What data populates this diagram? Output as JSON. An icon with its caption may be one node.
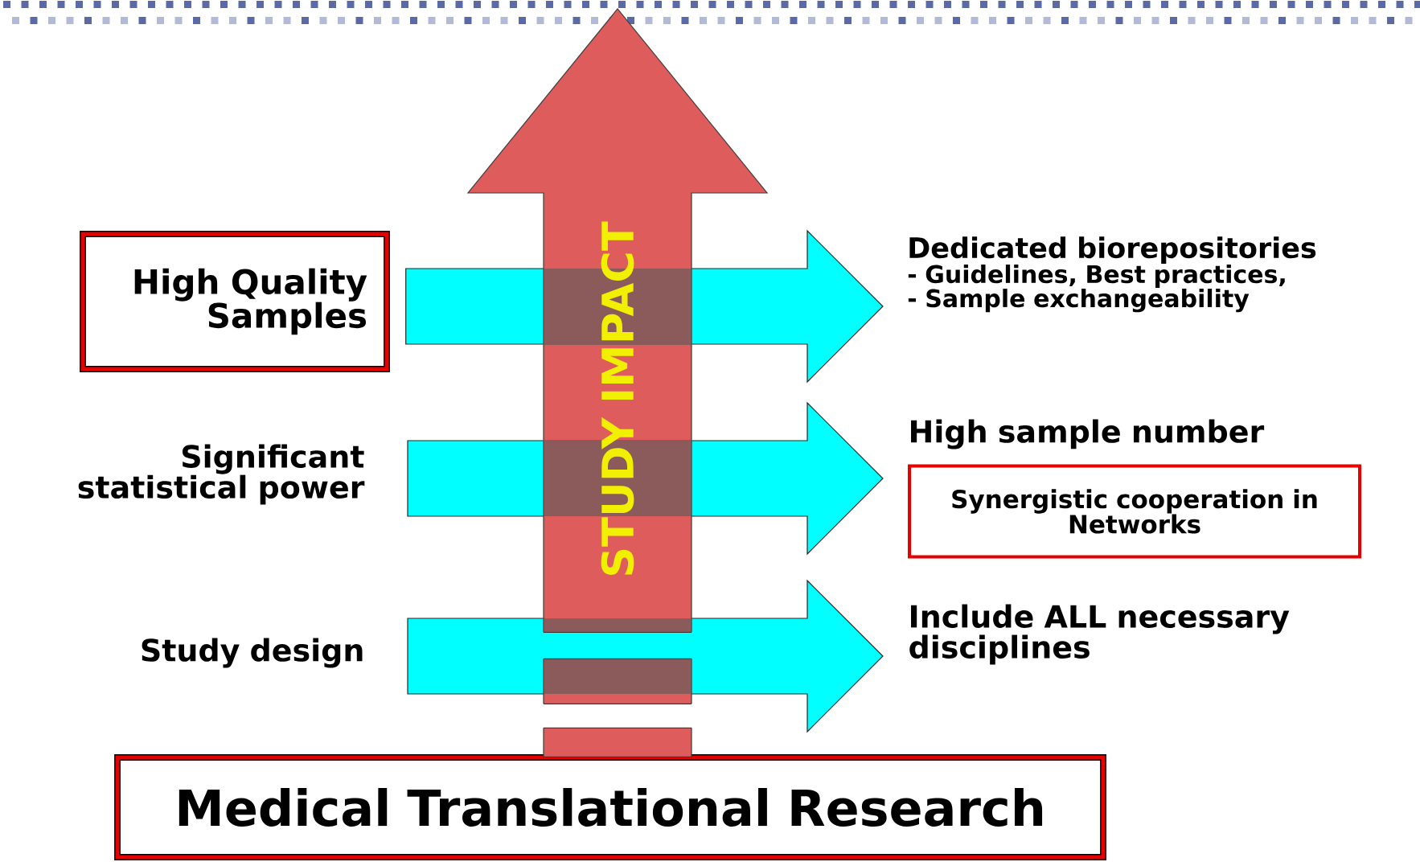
{
  "diagram": {
    "nodes": [
      {
        "text": [
          "High Quality Samples"
        ]
      },
      {
        "text": [
          "Significant statistical power"
        ]
      },
      {
        "text": [
          "Study design"
        ]
      },
      {
        "text": [
          "Dedicated biorepositories",
          "- Guidelines, Best practices,",
          "- Sample exchangeability"
        ]
      },
      {
        "text": [
          "High sample number"
        ]
      },
      {
        "text": [
          "Synergistic cooperation in Networks"
        ]
      },
      {
        "text": [
          "Include ALL necessary disciplines"
        ]
      },
      {
        "text": [
          "Medical Translational Research"
        ]
      }
    ],
    "edges": [
      {
        "from": 0,
        "to": 3,
        "arrow": "to"
      },
      {
        "from": 1,
        "to": 4,
        "arrow": "to"
      },
      {
        "from": 2,
        "to": 6,
        "arrow": "to"
      },
      {
        "from": 7,
        "to": null,
        "arrow": "to",
        "label": "STUDY IMPACT",
        "color": "#de5c5c"
      }
    ]
  }
}
